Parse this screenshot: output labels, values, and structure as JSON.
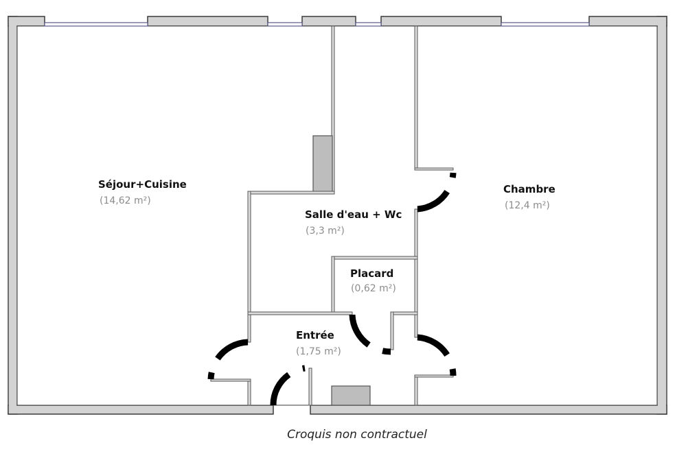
{
  "plan": {
    "rooms": [
      {
        "id": "sejour",
        "name": "Séjour+Cuisine",
        "area": "(14,62 m²)"
      },
      {
        "id": "chambre",
        "name": "Chambre",
        "area": "(12,4 m²)"
      },
      {
        "id": "salle-eau",
        "name": "Salle d'eau + Wc",
        "area": "(3,3 m²)"
      },
      {
        "id": "placard",
        "name": "Placard",
        "area": "(0,62 m²)"
      },
      {
        "id": "entree",
        "name": "Entrée",
        "area": "(1,75 m²)"
      }
    ],
    "caption": "Croquis non contractuel",
    "colors": {
      "wall_fill": "#d3d3d3",
      "wall_stroke": "#3a3a3a",
      "window_stroke": "#5a5a8a",
      "label": "#111111",
      "area": "#8c8c8c"
    }
  }
}
